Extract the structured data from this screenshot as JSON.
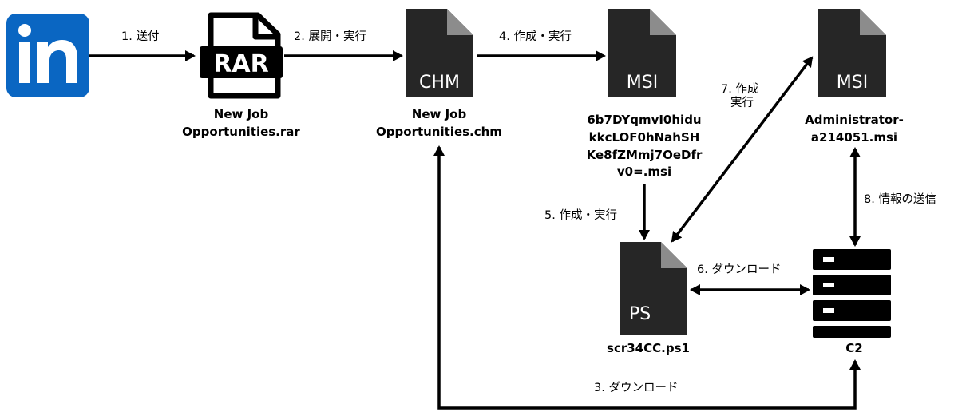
{
  "nodes": {
    "linkedin": {
      "logo_text": "in",
      "icon": "linkedin-logo"
    },
    "rar": {
      "type": "RAR",
      "name_lines": [
        "New Job",
        "Opportunities.rar"
      ],
      "icon": "rar-file-icon"
    },
    "chm": {
      "type": "CHM",
      "name_lines": [
        "New Job",
        "Opportunities.chm"
      ],
      "icon": "file-icon"
    },
    "msi1": {
      "type": "MSI",
      "name_lines": [
        "6b7DYqmvI0hidu",
        "kkcLOF0hNahSH",
        "Ke8fZMmj7OeDfr",
        "v0=.msi"
      ],
      "icon": "file-icon"
    },
    "msi2": {
      "type": "MSI",
      "name_lines": [
        "Administrator-",
        "a214051.msi"
      ],
      "icon": "file-icon"
    },
    "ps": {
      "type": "PS",
      "name_lines": [
        "scr34CC.ps1"
      ],
      "icon": "file-icon"
    },
    "c2": {
      "name_lines": [
        "C2"
      ],
      "icon": "server-icon"
    }
  },
  "edges": {
    "e1": "1. 送付",
    "e2": "2. 展開・実行",
    "e3": "3. ダウンロード",
    "e4": "4. 作成・実行",
    "e5": "5. 作成・実行",
    "e6": "6. ダウンロード",
    "e7": [
      "7. 作成",
      "実行"
    ],
    "e8": "8. 情報の送信"
  },
  "colors": {
    "linkedin": "#0a66c2",
    "file": "#262626",
    "fold": "#8c8c8c",
    "arrow": "#000000"
  }
}
